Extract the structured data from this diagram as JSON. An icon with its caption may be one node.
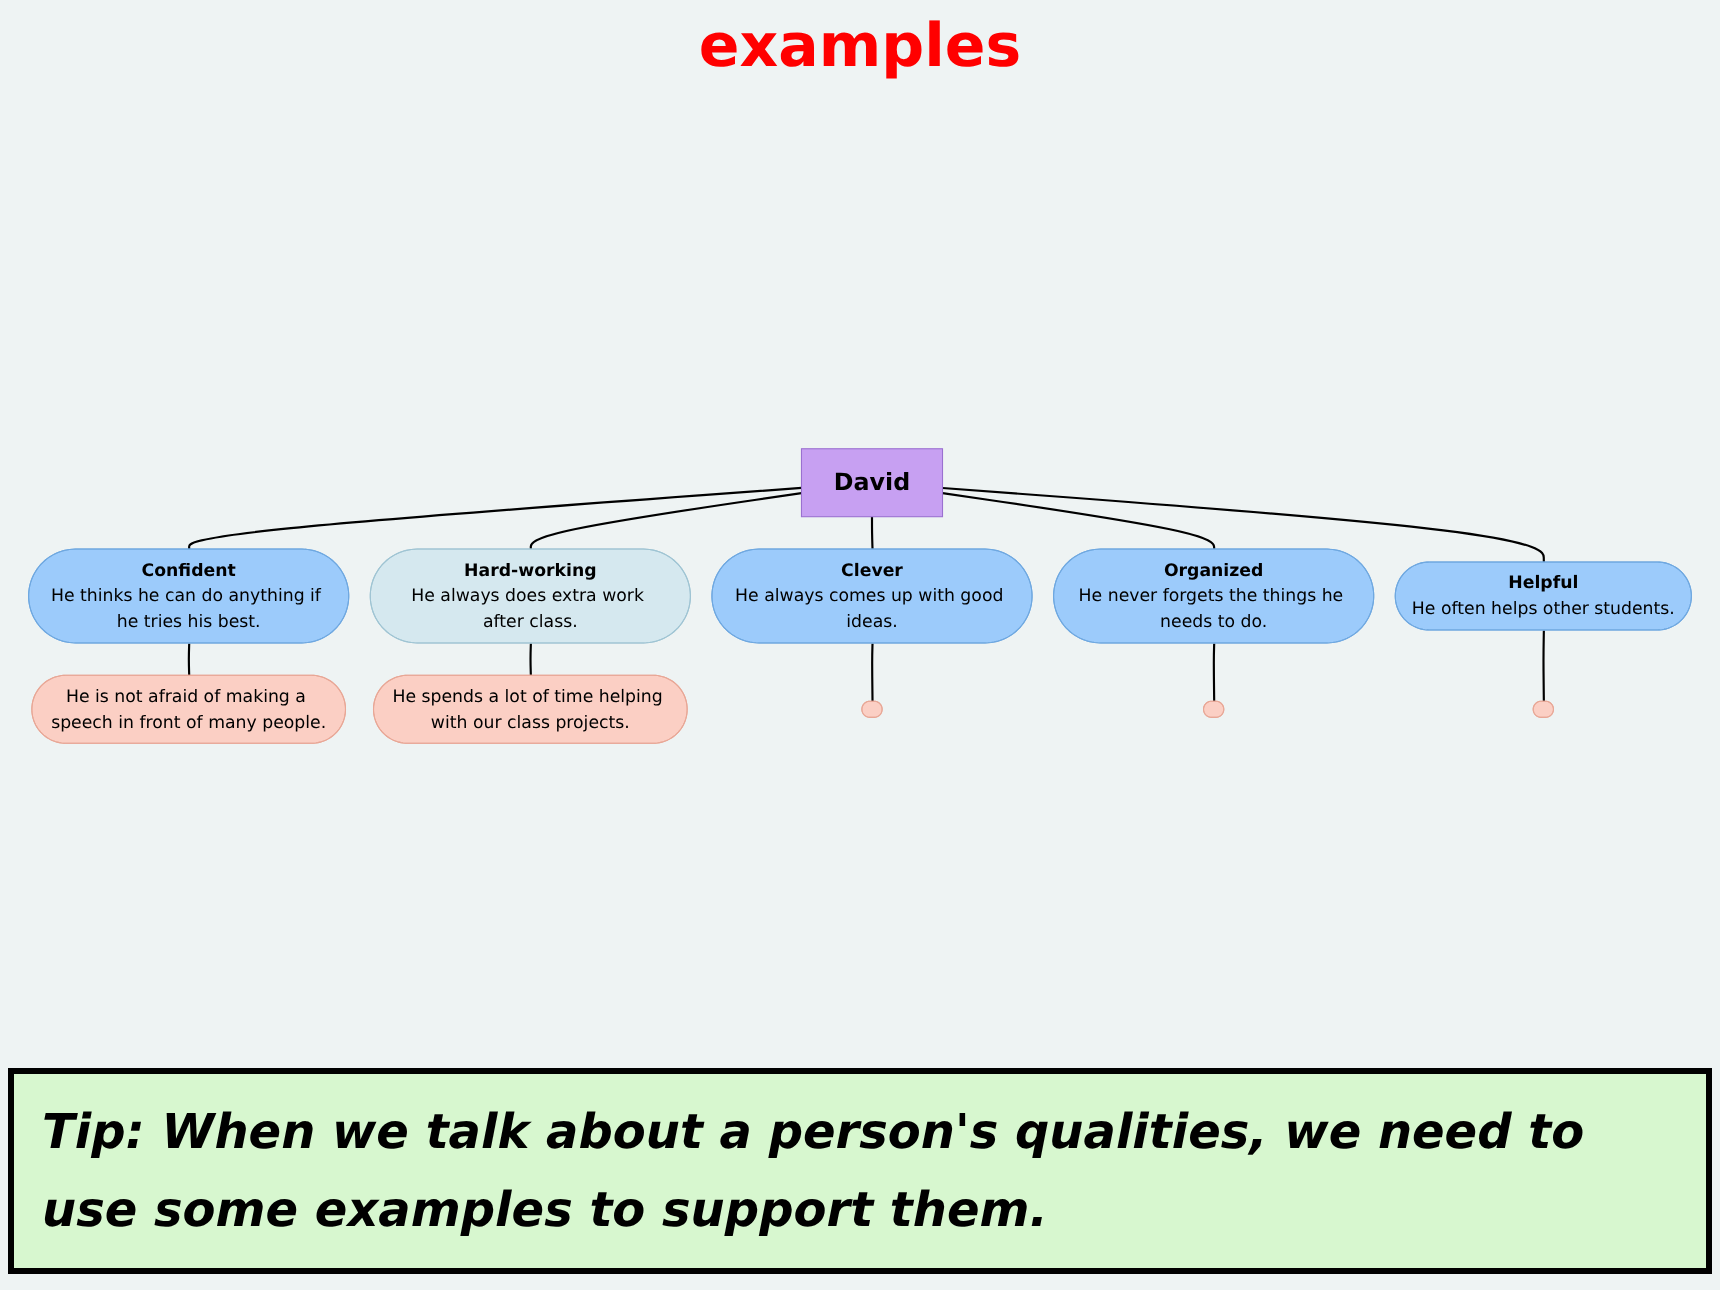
{
  "diagram": {
    "caption": "Tip: When we talk about a person's qualities, we need to use some examples to support them.",
    "nodes": [
      {
        "text": [
          "David"
        ]
      },
      {
        "text": [
          "Confident",
          "He thinks he can do anything if he tries his best."
        ]
      },
      {
        "text": [
          "Hard-working",
          "He always does extra work after class."
        ]
      },
      {
        "text": [
          "Clever",
          "He always comes up with good ideas."
        ]
      },
      {
        "text": [
          "Helpful",
          "He often helps other students."
        ]
      },
      {
        "text": [
          "Organized",
          "He never forgets the things he needs to do."
        ]
      },
      {
        "text": [
          "He is not afraid of making a speech in front of many people."
        ]
      },
      {
        "text": [
          "He spends a lot of time helping with our class projects."
        ]
      },
      {
        "text": [],
        "shape": "ellipse"
      },
      {
        "text": [],
        "shape": "ellipse"
      },
      {
        "text": [],
        "shape": "ellipse"
      }
    ],
    "edges": [
      {
        "from": 0,
        "to": 1,
        "arrow": "none"
      },
      {
        "from": 0,
        "to": 2,
        "arrow": "none"
      },
      {
        "from": 0,
        "to": 3,
        "arrow": "none"
      },
      {
        "from": 0,
        "to": 5,
        "arrow": "none"
      },
      {
        "from": 0,
        "to": 4,
        "arrow": "none"
      },
      {
        "from": 1,
        "to": 6,
        "arrow": "none"
      },
      {
        "from": 2,
        "to": 7,
        "arrow": "none"
      },
      {
        "from": 3,
        "to": 8,
        "arrow": "none"
      },
      {
        "from": 5,
        "to": 9,
        "arrow": "none"
      },
      {
        "from": 4,
        "to": 10,
        "arrow": "none"
      }
    ],
    "labels": [
      "examples"
    ]
  }
}
